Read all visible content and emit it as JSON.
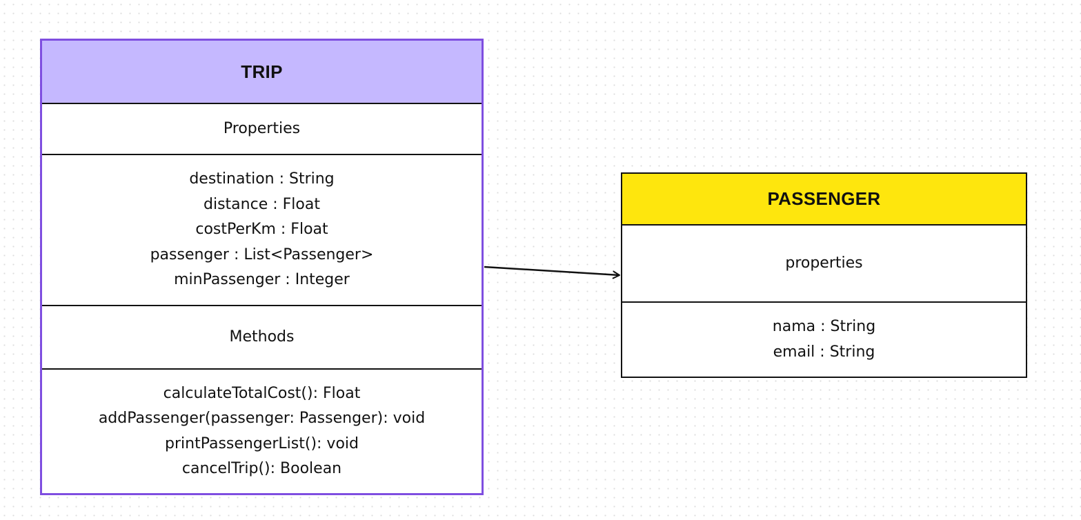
{
  "diagram": {
    "classes": [
      {
        "id": "trip",
        "title": "TRIP",
        "properties_label": "Properties",
        "properties": [
          "destination : String",
          "distance : Float",
          "costPerKm : Float",
          "passenger : List<Passenger>",
          "minPassenger : Integer"
        ],
        "methods_label": "Methods",
        "methods": [
          "calculateTotalCost(): Float",
          "addPassenger(passenger: Passenger): void",
          "printPassengerList(): void",
          "cancelTrip(): Boolean"
        ],
        "header_color": "#c5b8ff",
        "border_color": "#7f4ee0"
      },
      {
        "id": "passenger",
        "title": "PASSENGER",
        "properties_label": "properties",
        "properties": [
          "nama : String",
          "email : String"
        ],
        "header_color": "#fee60d",
        "border_color": "#111111"
      }
    ],
    "edges": [
      {
        "from": "trip",
        "to": "passenger",
        "style": "arrow"
      }
    ]
  }
}
